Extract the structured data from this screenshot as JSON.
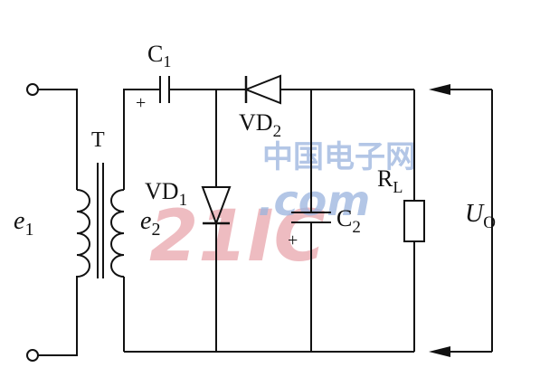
{
  "labels": {
    "c1": "C",
    "c1_sub": "1",
    "vd2": "VD",
    "vd2_sub": "2",
    "t": "T",
    "vd1": "VD",
    "vd1_sub": "1",
    "rl": "R",
    "rl_sub": "L",
    "e1": "e",
    "e1_sub": "1",
    "e2": "e",
    "e2_sub": "2",
    "c2": "C",
    "c2_sub": "2",
    "uo": "U",
    "uo_sub": "O",
    "plus_c1": "+",
    "plus_c2": "+"
  },
  "watermark": {
    "cn": "中国电子网",
    "num": "21IC",
    "dotcom": ".com",
    "color_red": "#e8a0a8",
    "color_blue": "#9ab4de"
  },
  "colors": {
    "line": "#111111"
  }
}
